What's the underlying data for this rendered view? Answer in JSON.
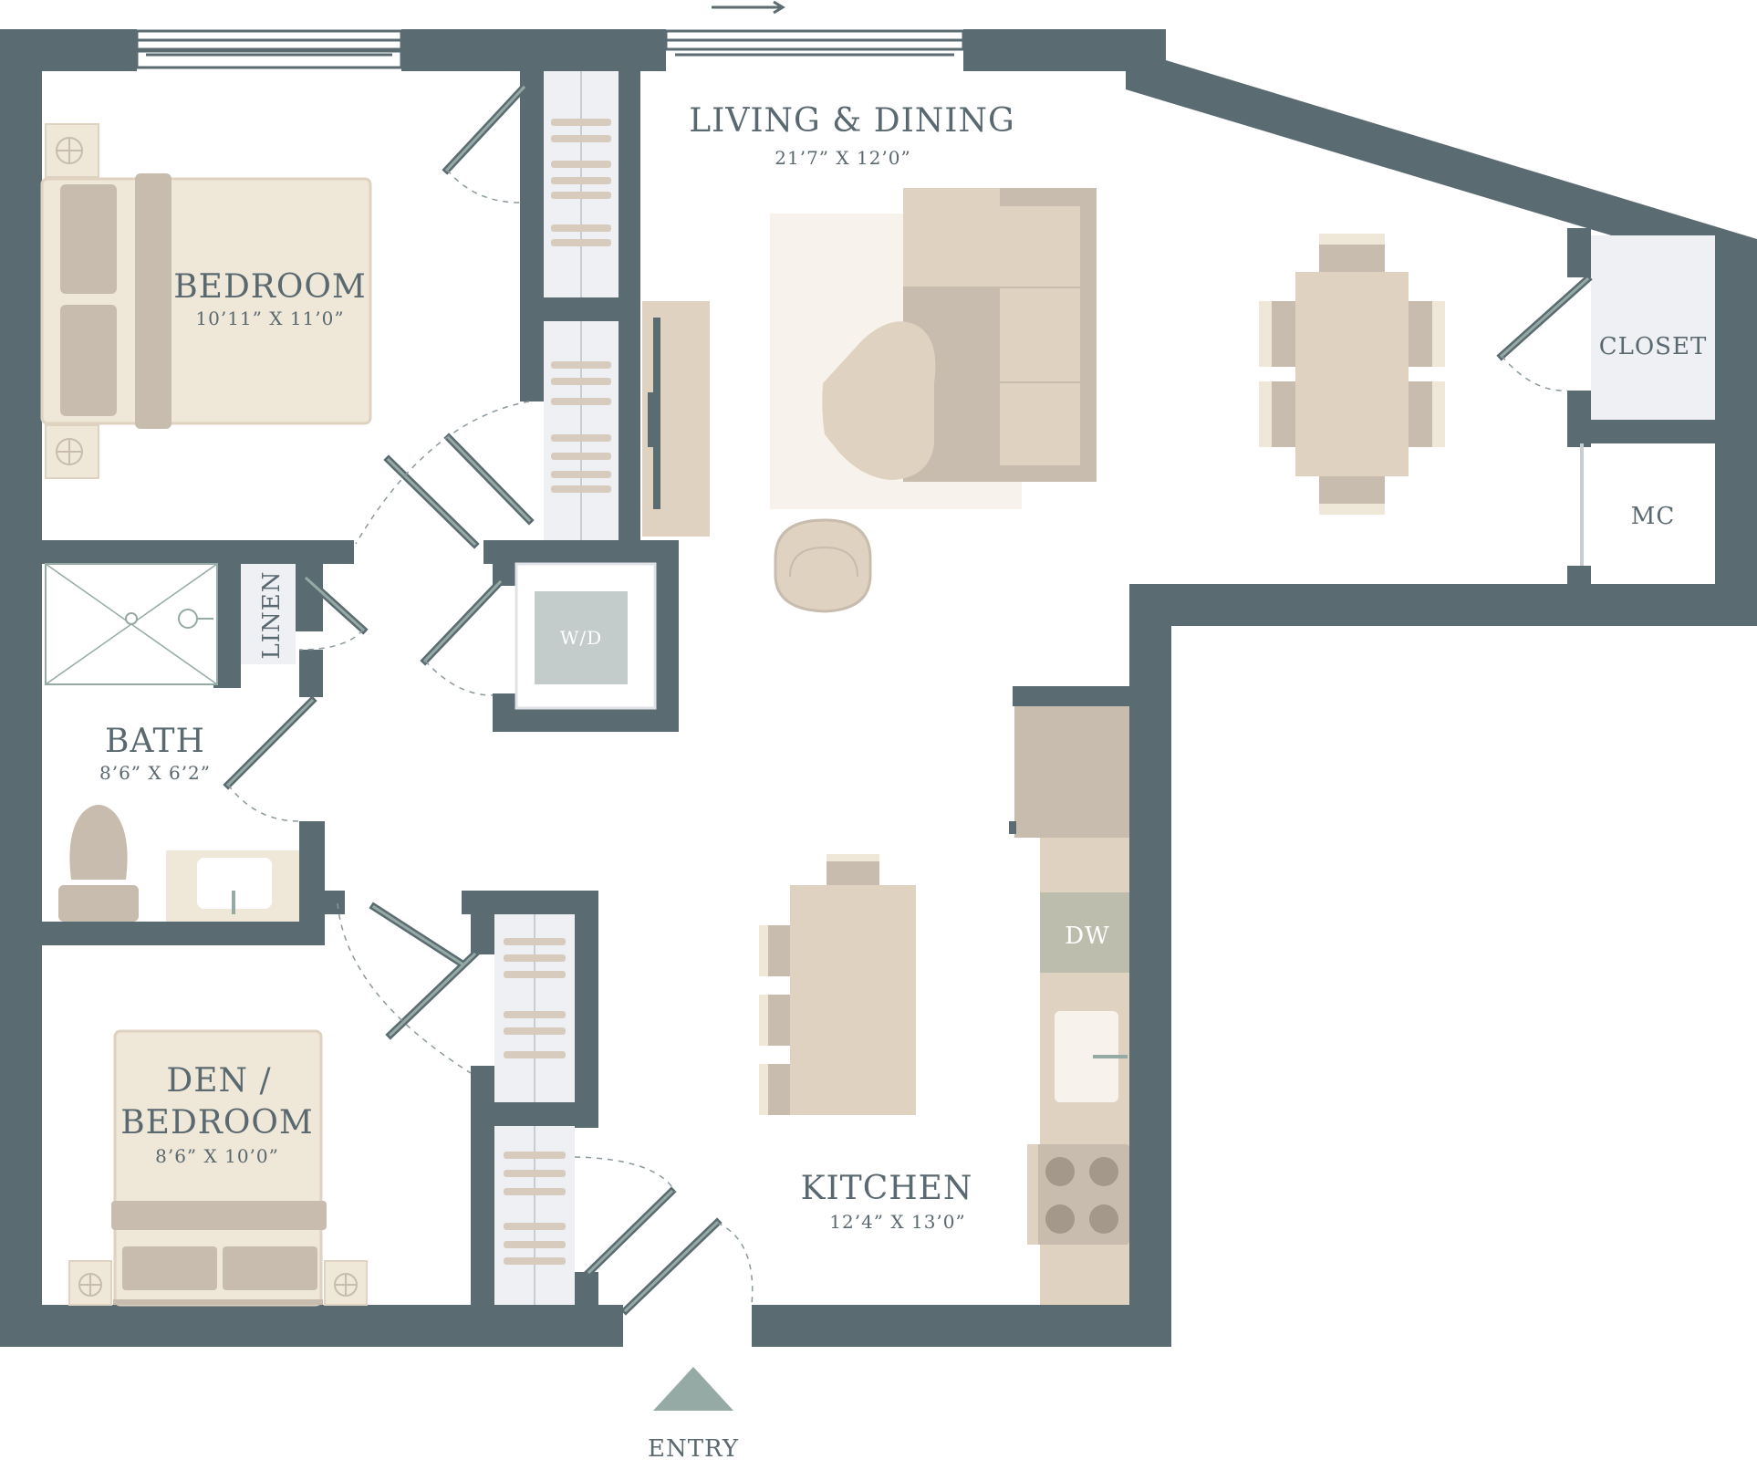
{
  "colors": {
    "wall": "#5b6b72",
    "floor": "#ffffff",
    "furniture_light": "#efe7d8",
    "furniture_mid": "#dfd2c0",
    "furniture_dark": "#c8bcae",
    "closet_fill": "#eef0f3",
    "wd_inner": "#c4cccb",
    "entry_arrow": "#95aaa4",
    "label": "#5a6970"
  },
  "rooms": {
    "bedroom": {
      "name": "BEDROOM",
      "dims": "10’11” X 11’0”"
    },
    "living": {
      "name": "LIVING & DINING",
      "dims": "21’7” X 12’0”"
    },
    "closet": {
      "name": "CLOSET"
    },
    "mc": {
      "name": "MC"
    },
    "linen": {
      "name": "LINEN"
    },
    "wd": {
      "name": "W/D"
    },
    "bath": {
      "name": "BATH",
      "dims": "8’6” X 6’2”"
    },
    "den": {
      "name_line1": "DEN /",
      "name_line2": "BEDROOM",
      "dims": "8’6” X 10’0”"
    },
    "kitchen": {
      "name": "KITCHEN",
      "dims": "12’4” X 13’0”"
    },
    "dw": {
      "name": "DW"
    }
  },
  "entry": {
    "label": "ENTRY"
  }
}
